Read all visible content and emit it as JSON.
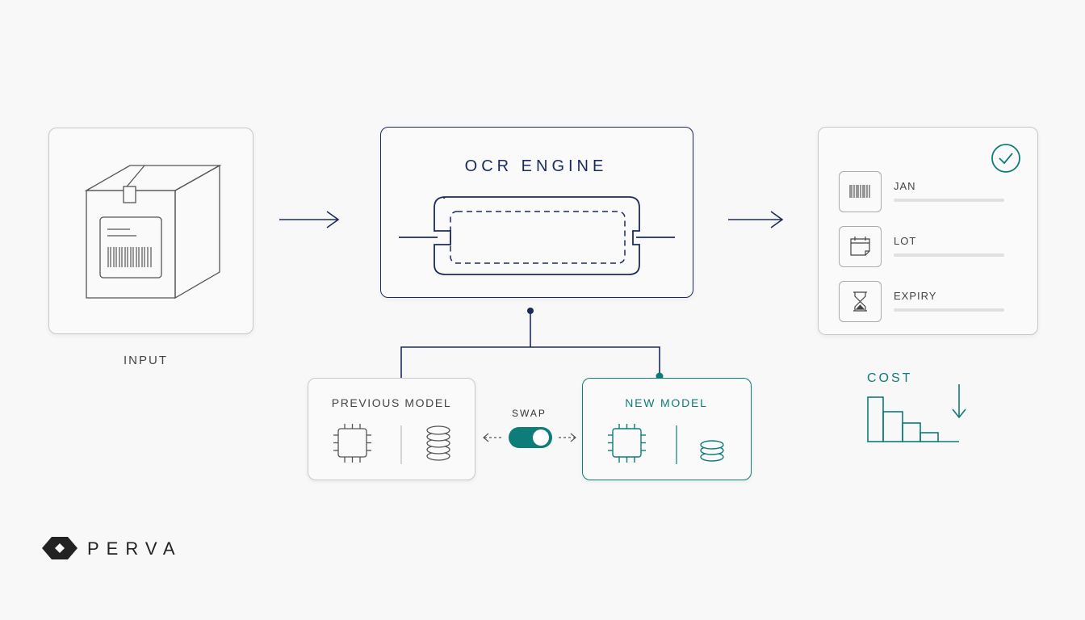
{
  "input": {
    "label": "INPUT"
  },
  "engine": {
    "title": "OCR ENGINE"
  },
  "previous_model": {
    "label": "PREVIOUS MODEL"
  },
  "new_model": {
    "label": "NEW MODEL"
  },
  "swap": {
    "label": "SWAP"
  },
  "output": {
    "fields": [
      {
        "label": "JAN",
        "icon": "barcode-icon"
      },
      {
        "label": "LOT",
        "icon": "calendar-icon"
      },
      {
        "label": "EXPIRY",
        "icon": "hourglass-icon"
      }
    ]
  },
  "cost": {
    "label": "COST"
  },
  "brand": {
    "name": "PERVA"
  },
  "colors": {
    "navy": "#1b2a5e",
    "teal": "#0e7c78",
    "gray": "#555555"
  }
}
